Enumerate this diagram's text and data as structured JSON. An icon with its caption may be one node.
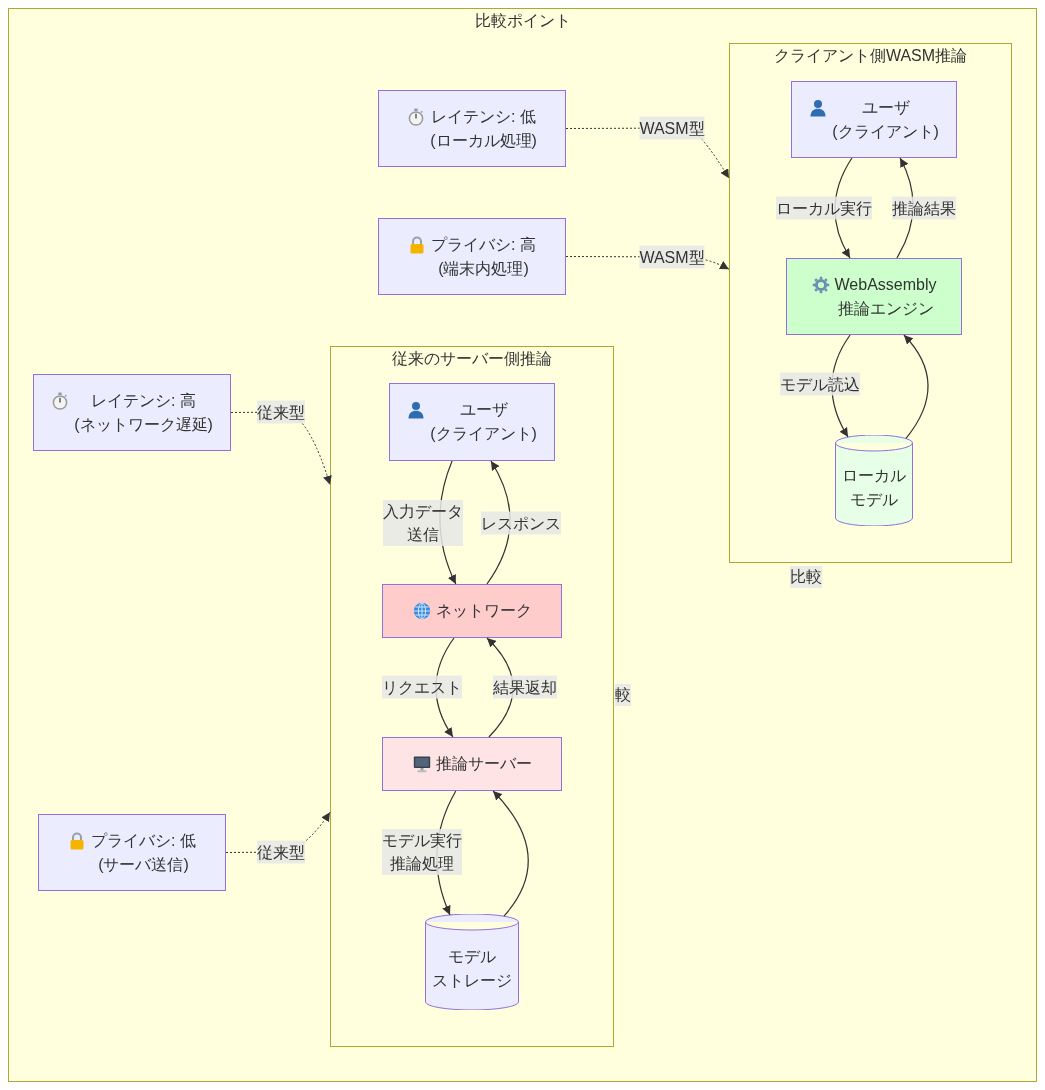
{
  "diagram": {
    "nodes": [
      {
        "text": [
          "比較ポイント"
        ]
      },
      {
        "text": [
          "クライアント側WASM推論"
        ],
        "in": 0
      },
      {
        "text": [
          "ユーザ(クライアント)"
        ],
        "in": 1
      },
      {
        "text": [
          "WebAssembly推論エンジン"
        ],
        "in": 1
      },
      {
        "text": [
          "ローカルモデル"
        ],
        "in": 1
      },
      {
        "text": [
          "レイテンシ: 低(ローカル処理)"
        ],
        "in": 0
      },
      {
        "text": [
          "プライバシ: 高(端末内処理)"
        ],
        "in": 0
      },
      {
        "text": [
          "従来のサーバー側推論"
        ],
        "in": 0
      },
      {
        "text": [
          "ユーザ(クライアント)"
        ],
        "in": 7
      },
      {
        "text": [
          "ネットワーク"
        ],
        "in": 7
      },
      {
        "text": [
          "推論サーバー"
        ],
        "in": 7
      },
      {
        "text": [
          "モデルストレージ"
        ],
        "in": 7
      },
      {
        "text": [
          "レイテンシ: 高(ネットワーク遅延)"
        ],
        "in": 0
      },
      {
        "text": [
          "プライバシ: 低(サーバ送信)"
        ],
        "in": 0
      }
    ],
    "edges": [
      {
        "from": 2,
        "to": 3,
        "arrow": "to",
        "label": "ローカル実行"
      },
      {
        "from": 3,
        "to": 2,
        "arrow": "to",
        "label": "推論結果"
      },
      {
        "from": 3,
        "to": 4,
        "arrow": "to",
        "label": "モデル読込"
      },
      {
        "from": 4,
        "to": 3,
        "arrow": "to"
      },
      {
        "from": 8,
        "to": 9,
        "arrow": "to",
        "label": "入力データ送信"
      },
      {
        "from": 9,
        "to": 8,
        "arrow": "to",
        "label": "レスポンス"
      },
      {
        "from": 9,
        "to": 10,
        "arrow": "to",
        "label": "リクエスト"
      },
      {
        "from": 10,
        "to": 9,
        "arrow": "to",
        "label": "結果返却"
      },
      {
        "from": 10,
        "to": 11,
        "arrow": "to",
        "label": "モデル実行推論処理"
      },
      {
        "from": 11,
        "to": 10,
        "arrow": "to"
      },
      {
        "from": 5,
        "to": 1,
        "arrow": "to",
        "label": "WASM型",
        "style": "dashed"
      },
      {
        "from": 6,
        "to": 1,
        "arrow": "to",
        "label": "WASM型",
        "style": "dashed"
      },
      {
        "from": 12,
        "to": 7,
        "arrow": "to",
        "label": "従来型",
        "style": "dashed"
      },
      {
        "from": 13,
        "to": 7,
        "arrow": "to",
        "label": "従来型",
        "style": "dashed"
      }
    ],
    "labels": [
      "比較",
      "較"
    ]
  }
}
